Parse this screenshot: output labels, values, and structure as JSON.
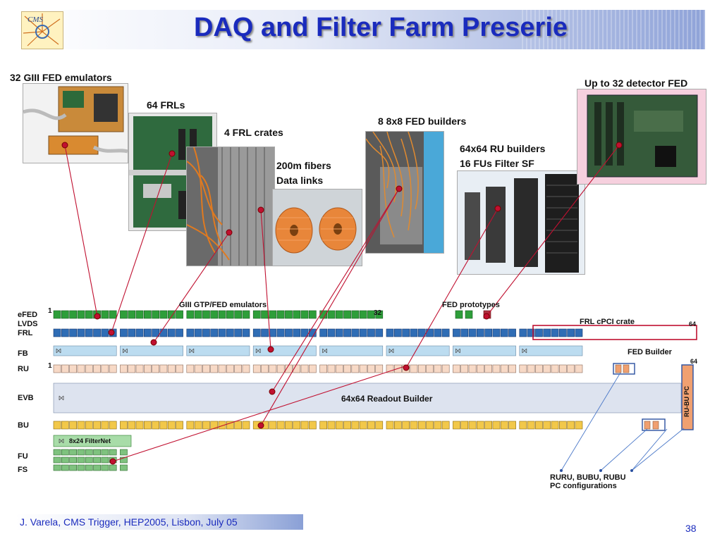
{
  "slide": {
    "title": "DAQ and Filter Farm Preserie",
    "footer": "J. Varela, CMS Trigger, HEP2005, Lisbon, July 05",
    "page_number": "38"
  },
  "photo_labels": {
    "fed_emulators": "32 GIII FED emulators",
    "frls": "64 FRLs",
    "frl_crates": "4 FRL crates",
    "fibers_1": "200m fibers",
    "fibers_2": "Data links",
    "fed_builders": "8 8x8 FED builders",
    "ru_builders_1": "64x64 RU builders",
    "ru_builders_2": "16 FUs Filter SF",
    "detector_fed": "Up to 32 detector FED"
  },
  "diagram": {
    "rows": [
      "eFED",
      "LVDS",
      "FRL",
      "FB",
      "RU",
      "EVB",
      "BU",
      "FU",
      "FS"
    ],
    "gtp_label": "GIII GTP/FED emulators",
    "fed_prototypes": "FED prototypes",
    "frl_cpci": "FRL cPCI crate",
    "fed_builder": "FED Builder",
    "readout_builder": "64x64 Readout Builder",
    "filternet": "8x24 FilterNet",
    "rubu_pc": "RU-BU PC",
    "num_1a": "1",
    "num_32": "32",
    "num_64a": "64",
    "num_1b": "1",
    "num_64b": "64",
    "pc_config_1": "RURU, BUBU, RUBU",
    "pc_config_2": "PC configurations"
  },
  "colors": {
    "title": "#1a2bbd",
    "efed_green": "#2e9e3a",
    "frl_blue": "#2f6db5",
    "fb_lightblue": "#bcdcf0",
    "ru_peach": "#f7d9c6",
    "bu_yellow": "#f2c84a",
    "fu_green": "#7fc27f",
    "link_red": "#c01030"
  }
}
